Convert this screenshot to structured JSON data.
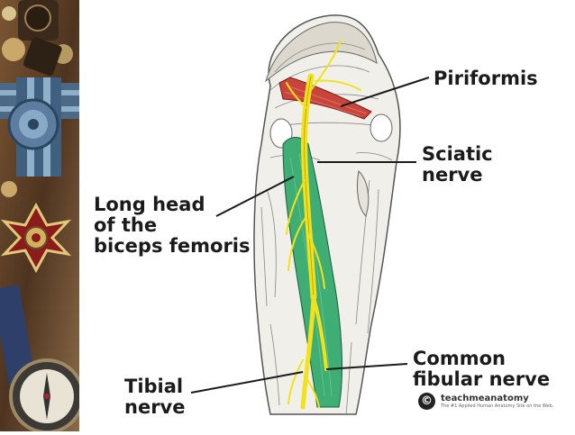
{
  "labels": {
    "piriformis": [
      "Piriformis"
    ],
    "sciatic": [
      "Sciatic",
      "nerve"
    ],
    "biceps": [
      "Long head",
      "of the",
      "biceps femoris"
    ],
    "tibial": [
      "Tibial",
      "nerve"
    ],
    "fibular": [
      "Common",
      "fibular nerve"
    ]
  },
  "credit": {
    "symbol": "©",
    "brand": "teachmeanatomy",
    "tagline": "The #1 Applied Human Anatomy Site on the Web."
  },
  "colors": {
    "piriformis_muscle": "#c9453b",
    "biceps_muscle": "#3fae74",
    "nerve": "#f2e21c",
    "label_text": "#1b1b1b",
    "strip_background": "#6b4a2e"
  }
}
